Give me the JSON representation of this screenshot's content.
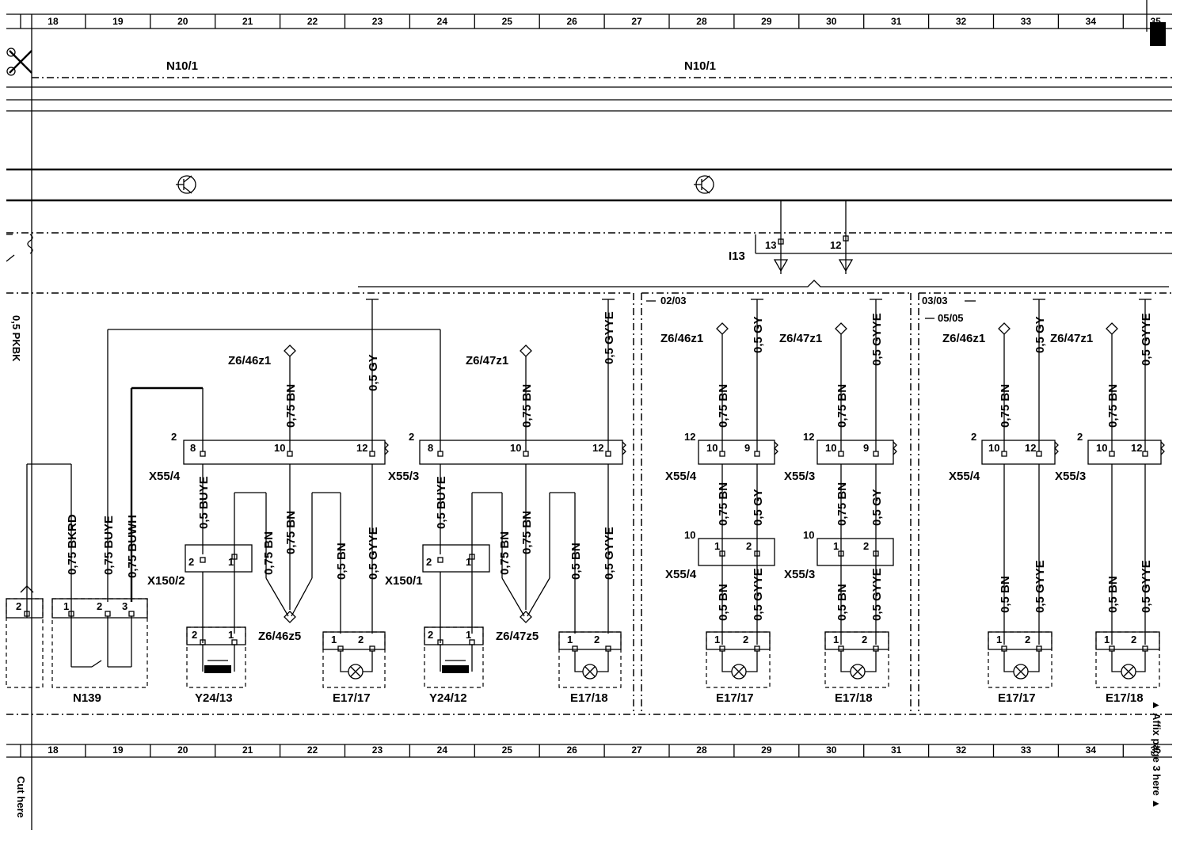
{
  "ruler": {
    "columns": [
      "18",
      "19",
      "20",
      "21",
      "22",
      "23",
      "24",
      "25",
      "26",
      "27",
      "28",
      "29",
      "30",
      "31",
      "32",
      "33",
      "34",
      "35"
    ]
  },
  "modules": {
    "left": "N10/1",
    "right": "N10/1"
  },
  "ground": {
    "label": "I13",
    "pin13": "13",
    "pin12": "12"
  },
  "page_refs": {
    "r1": "02/03",
    "r2": "03/03",
    "r3": "05/05"
  },
  "side_notes": {
    "left_wire": "0,5 PKBK",
    "cut_here": "Cut here",
    "affix": "▲ Affix page 3 here ▲"
  },
  "group_a": {
    "z_top": "Z6/46z1",
    "wire_bn": "0,75 BN",
    "wire_gy": "0,5 GY",
    "conn_num": "2",
    "conn_label": "X55/4",
    "pin8": "8",
    "pin10": "10",
    "pin12": "12",
    "wire_buye": "0,5 BUYE",
    "x150_label": "X150/2",
    "x150_p2": "2",
    "x150_p1": "1",
    "wire_bn2": "0,75 BN",
    "wire_bn3": "0,75 BN",
    "z_bottom": "Z6/46z5",
    "wire_05bn": "0,5 BN",
    "wire_gyye": "0,5 GYYE",
    "valve_label": "Y24/13",
    "lamp_label": "E17/17",
    "p1": "1",
    "p2": "2"
  },
  "group_b": {
    "z_top": "Z6/47z1",
    "wire_bn": "0,75 BN",
    "wire_gyye": "0,5 GYYE",
    "conn_num": "2",
    "conn_label": "X55/3",
    "pin8": "8",
    "pin10": "10",
    "pin12": "12",
    "wire_buye": "0,5 BUYE",
    "x150_label": "X150/1",
    "x150_p2": "2",
    "x150_p1": "1",
    "wire_bn2": "0,75 BN",
    "wire_bn3": "0,75 BN",
    "z_bottom": "Z6/47z5",
    "wire_05bn": "0,5 BN",
    "wire_gyye2": "0,5 GYYE",
    "valve_label": "Y24/12",
    "lamp_label": "E17/18",
    "p1": "1",
    "p2": "2"
  },
  "switch": {
    "label": "N139",
    "wire1": "0,75 BKRD",
    "wire2": "0,75 BUYE",
    "wire3": "0,75 BUWH",
    "p1": "1",
    "p2": "2",
    "p3": "3",
    "left_pin": "2"
  },
  "group_c": {
    "z1": "Z6/46z1",
    "z2": "Z6/47z1",
    "bn1": "0,75 BN",
    "gy1": "0,5 GY",
    "bn2": "0,75 BN",
    "gyye2": "0,5 GYYE",
    "c1_num": "12",
    "c1_p10": "10",
    "c1_p9": "9",
    "c1_label": "X55/4",
    "c2_num": "12",
    "c2_p10": "10",
    "c2_p9": "9",
    "c2_label": "X55/3",
    "mid_bn1": "0,75 BN",
    "mid_gy1": "0,5 GY",
    "mid_bn2": "0,75 BN",
    "mid_gy2": "0,5 GY",
    "c3_num": "10",
    "c3_p1": "1",
    "c3_p2": "2",
    "c3_label": "X55/4",
    "c4_num": "10",
    "c4_p1": "1",
    "c4_p2": "2",
    "c4_label": "X55/3",
    "low_bn1": "0,5 BN",
    "low_gyye1": "0,5 GYYE",
    "low_bn2": "0,5 BN",
    "low_gyye2": "0,5 GYYE",
    "lamp1": "E17/17",
    "lamp2": "E17/18",
    "p1": "1",
    "p2": "2"
  },
  "group_d": {
    "z1": "Z6/46z1",
    "z2": "Z6/47z1",
    "bn1": "0,75 BN",
    "gy1": "0,5 GY",
    "bn2": "0,75 BN",
    "gyye2": "0,5 GYYE",
    "c1_num": "2",
    "c1_p10": "10",
    "c1_p12": "12",
    "c1_label": "X55/4",
    "c2_num": "2",
    "c2_p10": "10",
    "c2_p12": "12",
    "c2_label": "X55/3",
    "low_bn1": "0,5 BN",
    "low_gyye1": "0,5 GYYE",
    "low_bn2": "0,5 BN",
    "low_gyye2": "0,5 GYYE",
    "lamp1": "E17/17",
    "lamp2": "E17/18",
    "p1": "1",
    "p2": "2"
  }
}
